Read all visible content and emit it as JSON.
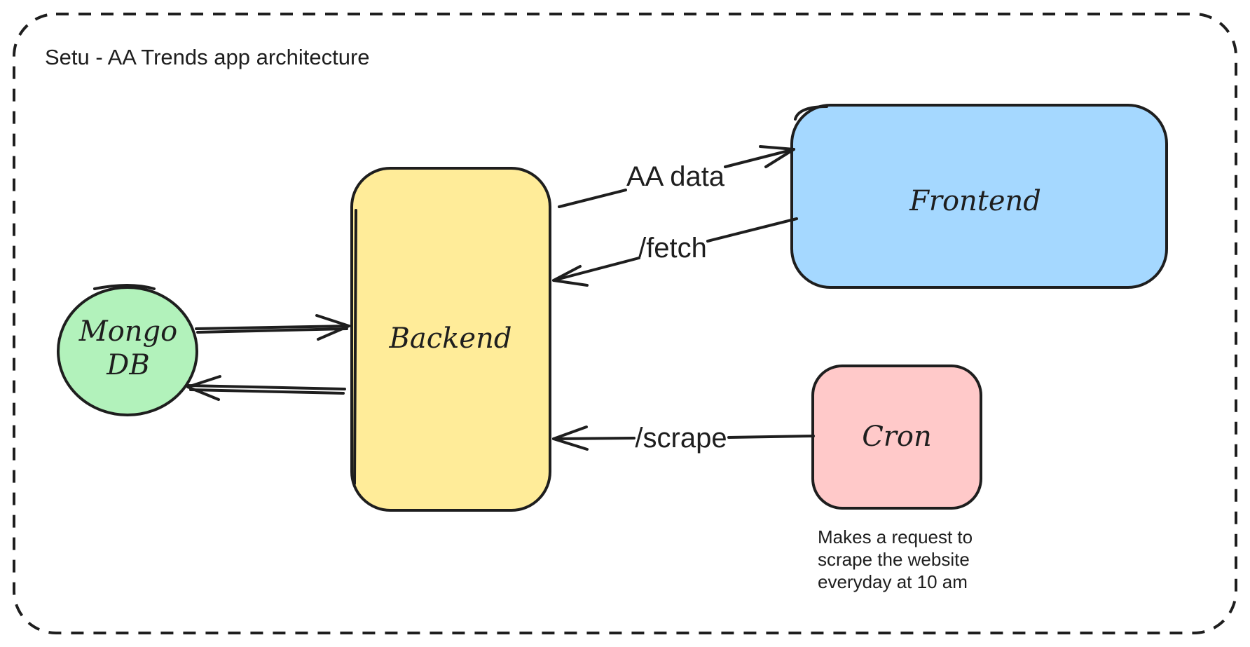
{
  "diagram": {
    "title": "Setu - AA Trends app architecture",
    "nodes": {
      "mongodb": {
        "label_line1": "Mongo",
        "label_line2": "DB",
        "color": "#b2f2bb"
      },
      "backend": {
        "label": "Backend",
        "color": "#ffec99"
      },
      "frontend": {
        "label": "Frontend",
        "color": "#a5d8ff"
      },
      "cron": {
        "label": "Cron",
        "color": "#ffc9c9"
      }
    },
    "edges": {
      "aa_data": {
        "label": "AA data",
        "from": "backend",
        "to": "frontend"
      },
      "fetch": {
        "label": "/fetch",
        "from": "frontend",
        "to": "backend"
      },
      "scrape": {
        "label": "/scrape",
        "from": "cron",
        "to": "backend"
      },
      "mongo_to_backend": {
        "label": "",
        "from": "mongodb",
        "to": "backend"
      },
      "backend_to_mongo": {
        "label": "",
        "from": "backend",
        "to": "mongodb"
      }
    },
    "cron_note": {
      "line1": "Makes a request to",
      "line2": "scrape the website",
      "line3": "everyday at 10 am"
    },
    "stroke_color": "#1e1e1e"
  }
}
